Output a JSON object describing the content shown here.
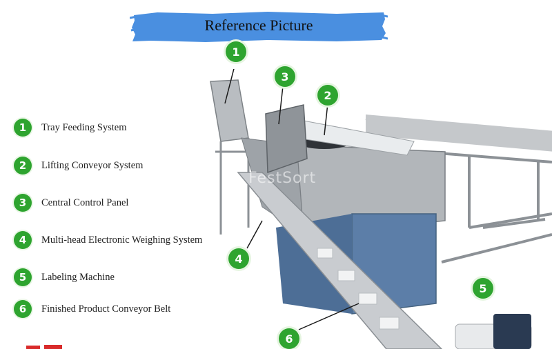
{
  "banner": {
    "title": "Reference Picture",
    "color": "#4a8fe0"
  },
  "legend": {
    "items": [
      {
        "num": "1",
        "label": "Tray Feeding System"
      },
      {
        "num": "2",
        "label": "Lifting Conveyor System"
      },
      {
        "num": "3",
        "label": "Central Control Panel"
      },
      {
        "num": "4",
        "label": "Multi-head Electronic Weighing System"
      },
      {
        "num": "5",
        "label": "Labeling Machine"
      },
      {
        "num": "6",
        "label": "Finished Product Conveyor Belt"
      }
    ]
  },
  "callouts": [
    "1",
    "2",
    "3",
    "4",
    "5",
    "6"
  ],
  "watermark": "FestSort",
  "colors": {
    "badge": "#2ea42f",
    "steel": "#a9adb1",
    "blue_panel": "#5c7ea8"
  }
}
